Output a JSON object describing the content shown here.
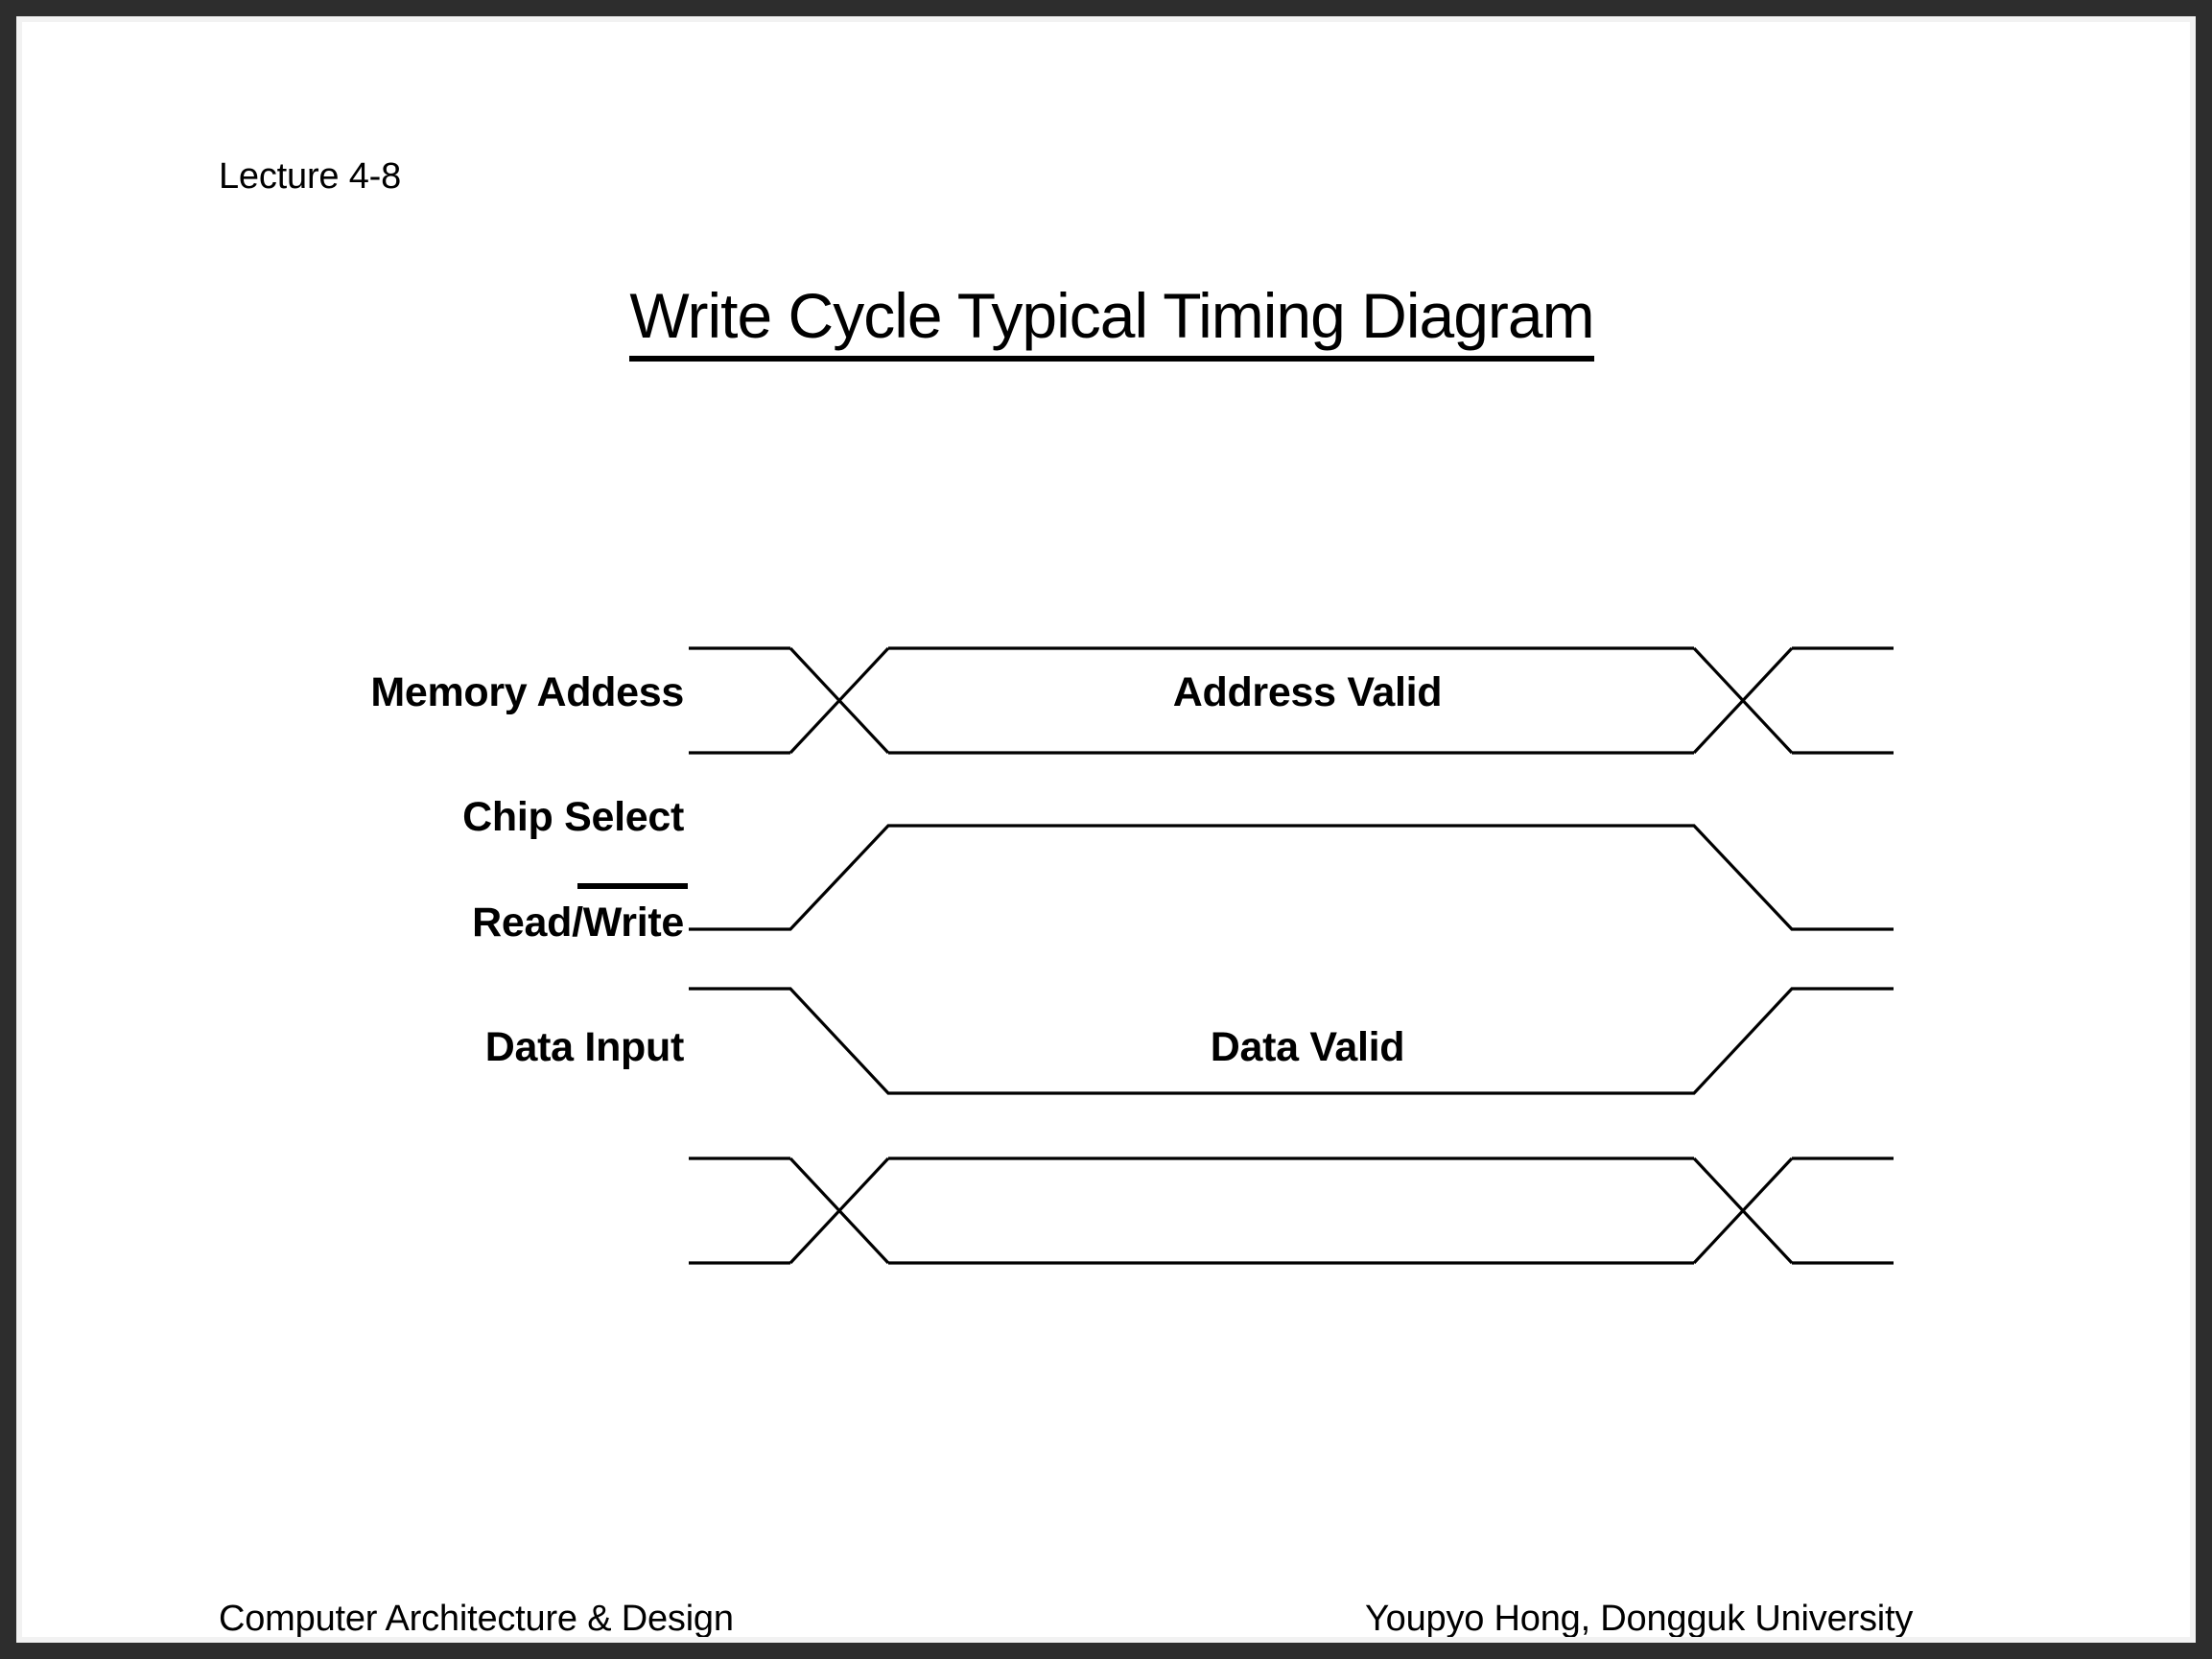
{
  "slide": {
    "lecture_label": "Lecture 4-8",
    "title": "Write Cycle Typical Timing Diagram",
    "background_color": "#ffffff",
    "frame_color": "#2d2d2d",
    "line_color": "#000000"
  },
  "diagram": {
    "signals": [
      {
        "name": "memory-address",
        "label": "Memory Addess",
        "type": "bus",
        "value_label": "Address Valid"
      },
      {
        "name": "chip-select",
        "label": "Chip Select",
        "type": "logic",
        "value_label": ""
      },
      {
        "name": "read-write",
        "label_prefix": "Read/",
        "label_overbar": "Write",
        "label": "Read/Write",
        "type": "logic-active-low",
        "value_label": ""
      },
      {
        "name": "data-input",
        "label": "Data Input",
        "type": "bus",
        "value_label": "Data Valid"
      }
    ]
  },
  "footer": {
    "course": "Computer Architecture & Design",
    "author": "Youpyo Hong, Dongguk University"
  }
}
